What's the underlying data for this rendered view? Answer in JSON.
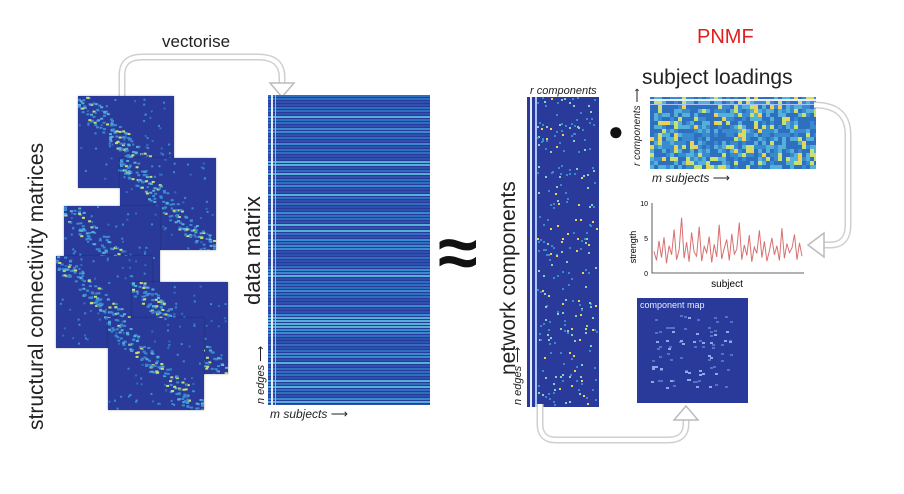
{
  "title": "PNMF",
  "labels": {
    "vectorise": "vectorise",
    "structural": "structural connectivity matrices",
    "data_matrix": "data matrix",
    "n_edges": "n edges",
    "m_subjects": "m subjects",
    "approx": "≈",
    "network_components": "network components",
    "r_components": "r components",
    "subject_loadings": "subject loadings",
    "dot": "●",
    "strength": "strength",
    "subject": "subject",
    "component_map": "component map"
  },
  "colors": {
    "title": "#e02020",
    "matrix_bg": "#2a3a9a",
    "arrow": "#c8c8c8",
    "line": "#d87070"
  },
  "chart_data": {
    "type": "line",
    "xlabel": "subject",
    "ylabel": "strength",
    "ylim": [
      0,
      10
    ],
    "yticks": [
      0,
      5,
      10
    ],
    "values": [
      3.1,
      1.8,
      4.6,
      2.2,
      5.1,
      1.4,
      3.9,
      2.6,
      6.2,
      1.9,
      3.3,
      7.9,
      2.1,
      4.4,
      1.6,
      5.8,
      3.0,
      2.4,
      6.6,
      1.7,
      3.8,
      2.9,
      5.2,
      1.5,
      4.1,
      2.3,
      6.9,
      2.0,
      3.5,
      4.8,
      1.8,
      5.6,
      2.7,
      3.4,
      7.2,
      1.9,
      4.0,
      2.5,
      5.4,
      1.6,
      3.7,
      2.8,
      6.1,
      2.2,
      4.5,
      1.7,
      3.2,
      5.0,
      2.6,
      3.9,
      1.8,
      6.4,
      2.1,
      4.2,
      2.9,
      3.6,
      5.5,
      1.9,
      4.3,
      2.4
    ]
  }
}
